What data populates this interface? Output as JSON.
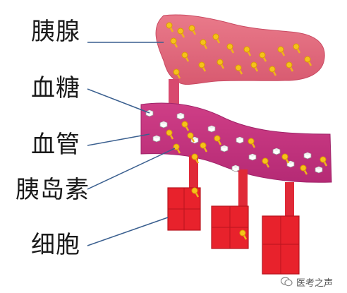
{
  "labels": {
    "pancreas": "胰腺",
    "blood_sugar": "血糖",
    "blood_vessel": "血管",
    "insulin": "胰岛素",
    "cell": "细胞"
  },
  "watermark": {
    "text": "医考之声",
    "icon": "wechat-icon"
  },
  "colors": {
    "pancreas": "#e36a7c",
    "vessel": "#c8357f",
    "cell": "#e8222c",
    "insulin": "#f5c21a",
    "pointer_line": "#3a5f8f"
  }
}
